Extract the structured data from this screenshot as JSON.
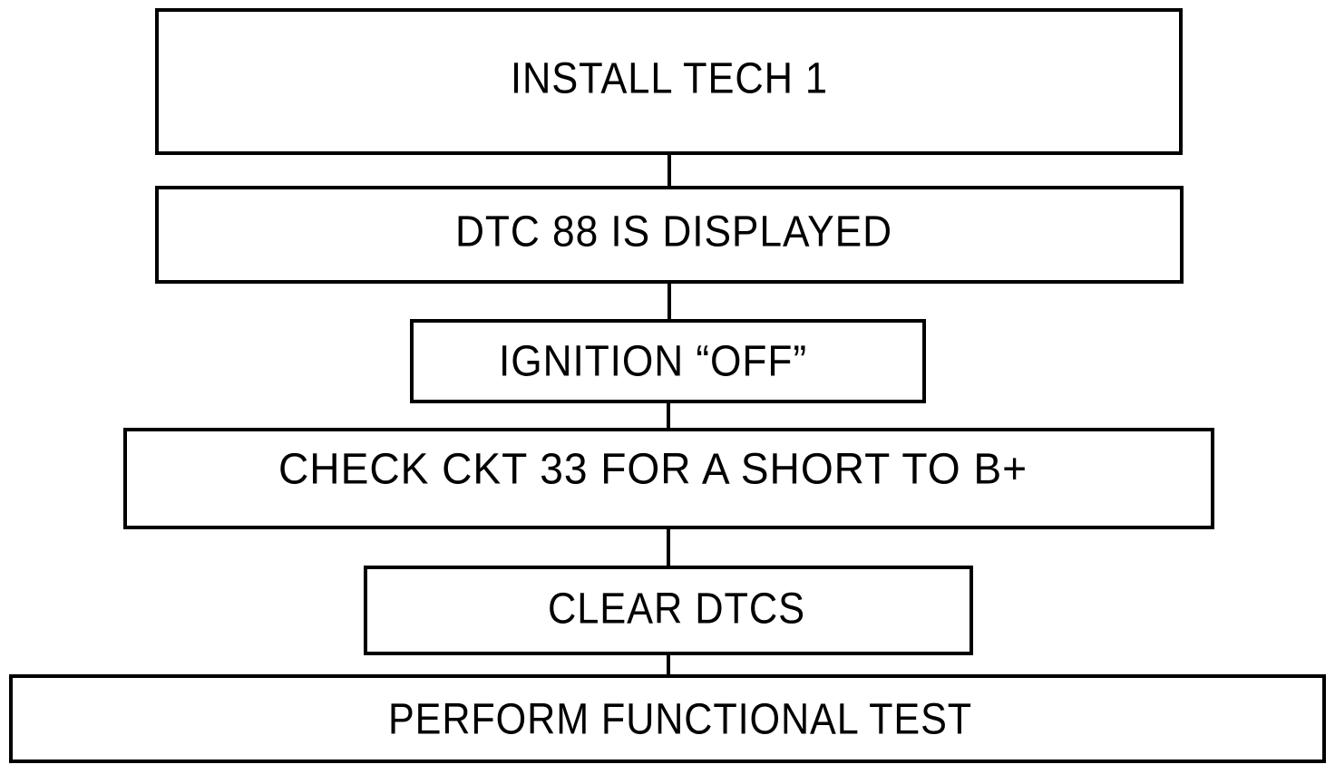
{
  "steps": [
    {
      "label": "INSTALL TECH 1"
    },
    {
      "label": "DTC 88 IS DISPLAYED"
    },
    {
      "label": "IGNITION “OFF”"
    },
    {
      "label": "CHECK CKT 33 FOR A SHORT TO B+"
    },
    {
      "label": "CLEAR DTCS"
    },
    {
      "label": "PERFORM FUNCTIONAL TEST"
    }
  ]
}
